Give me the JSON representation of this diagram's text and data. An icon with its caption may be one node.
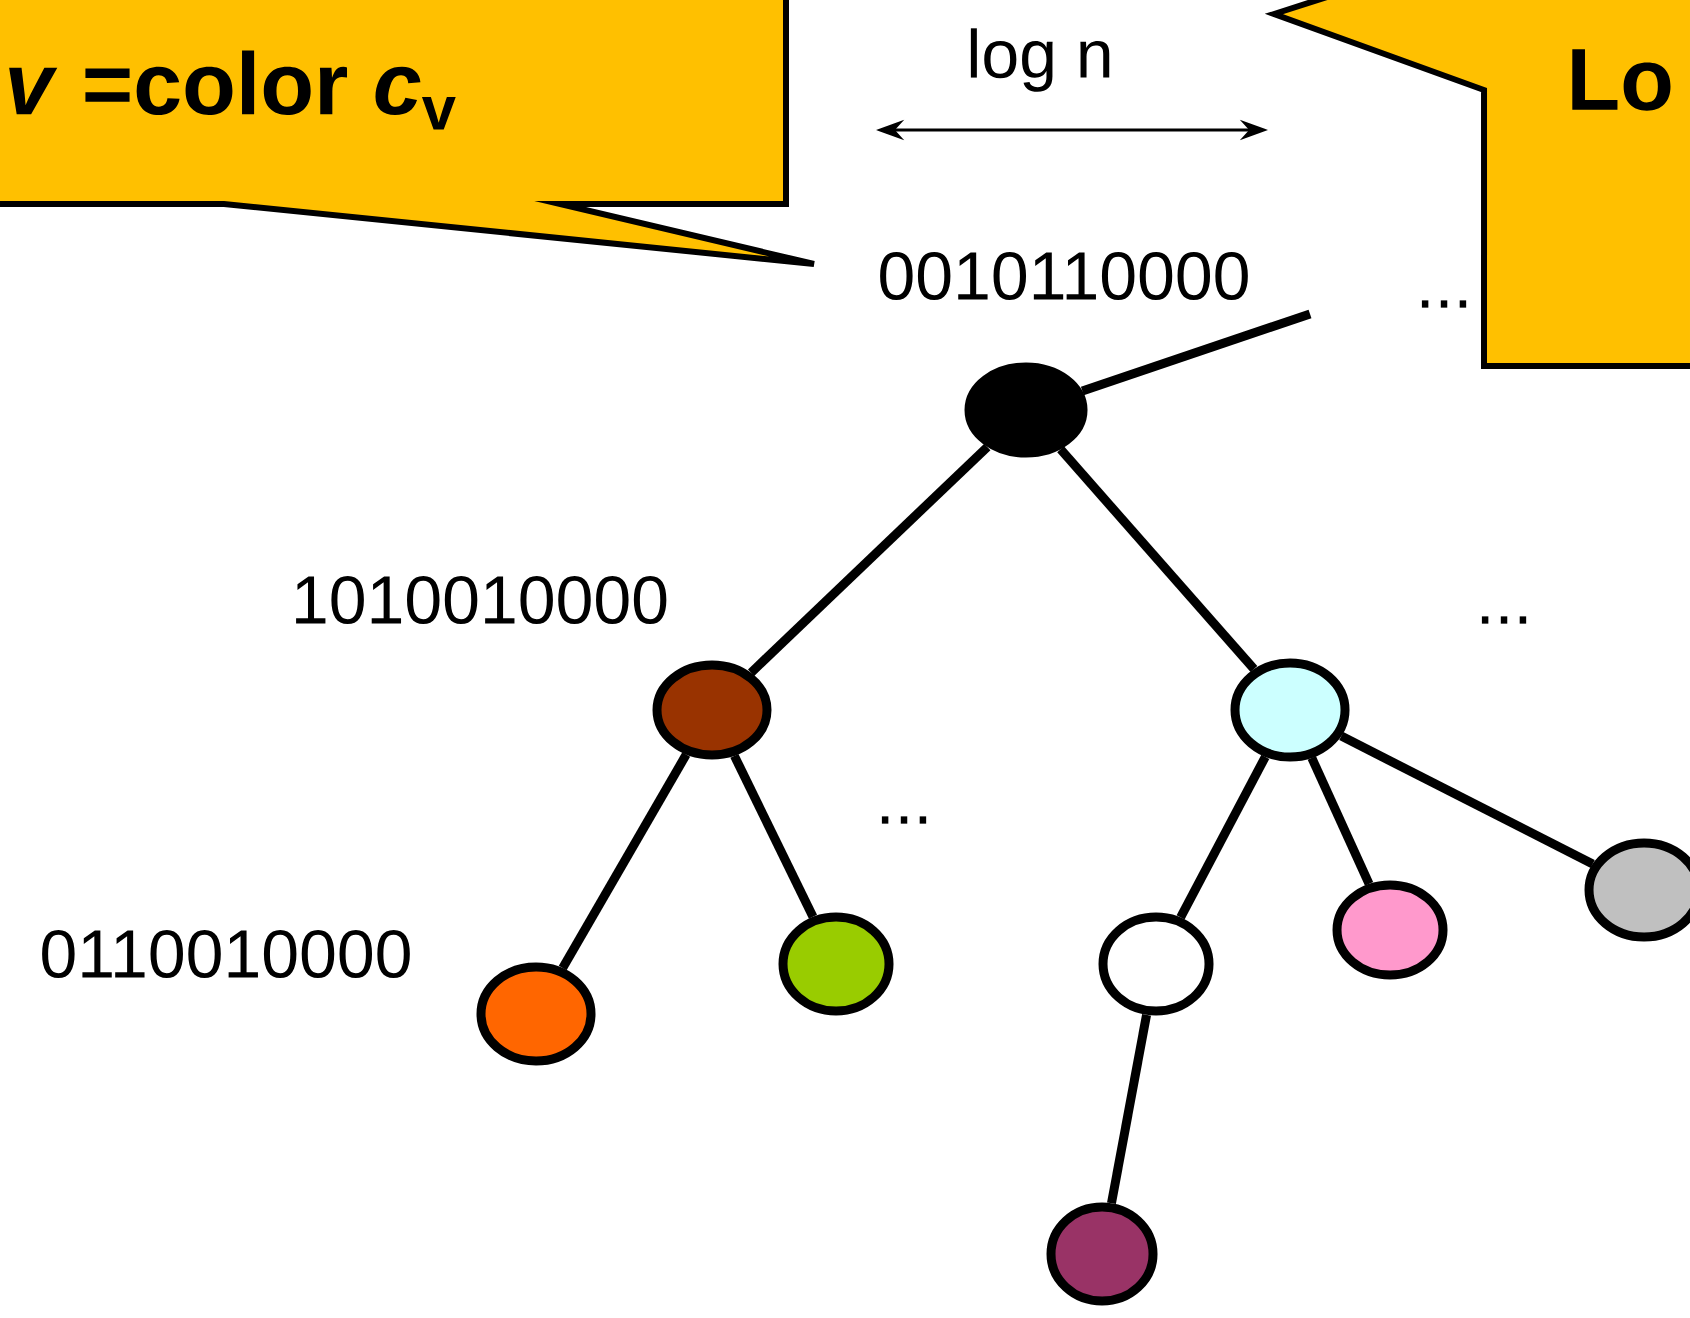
{
  "diagram": {
    "nodes": [
      {
        "text": [
          "*v* =color *c*$_{v}$"
        ]
      },
      {
        "text": [
          "Lo"
        ]
      },
      {
        "text": [],
        "shape": "circle"
      },
      {
        "text": [],
        "shape": "circle"
      },
      {
        "text": [],
        "shape": "circle"
      },
      {
        "text": [],
        "shape": "circle"
      },
      {
        "text": [],
        "shape": "circle"
      },
      {
        "text": [],
        "shape": "circle"
      },
      {
        "text": [],
        "shape": "circle"
      },
      {
        "text": [],
        "shape": "circle"
      },
      {
        "text": [],
        "shape": "circle"
      }
    ],
    "edges": [
      {
        "from": 2,
        "to": null,
        "arrow": "none"
      },
      {
        "from": 2,
        "to": 3,
        "arrow": "none"
      },
      {
        "from": 2,
        "to": 4,
        "arrow": "none"
      },
      {
        "from": 3,
        "to": 5,
        "arrow": "none"
      },
      {
        "from": 3,
        "to": 6,
        "arrow": "none"
      },
      {
        "from": 4,
        "to": 7,
        "arrow": "none"
      },
      {
        "from": 4,
        "to": 8,
        "arrow": "none"
      },
      {
        "from": 4,
        "to": 9,
        "arrow": "none"
      },
      {
        "from": 7,
        "to": 10,
        "arrow": "none"
      }
    ],
    "labels": [
      "log n",
      "0010110000",
      "...",
      "1010010000",
      "...",
      "...",
      "0110010000"
    ]
  }
}
